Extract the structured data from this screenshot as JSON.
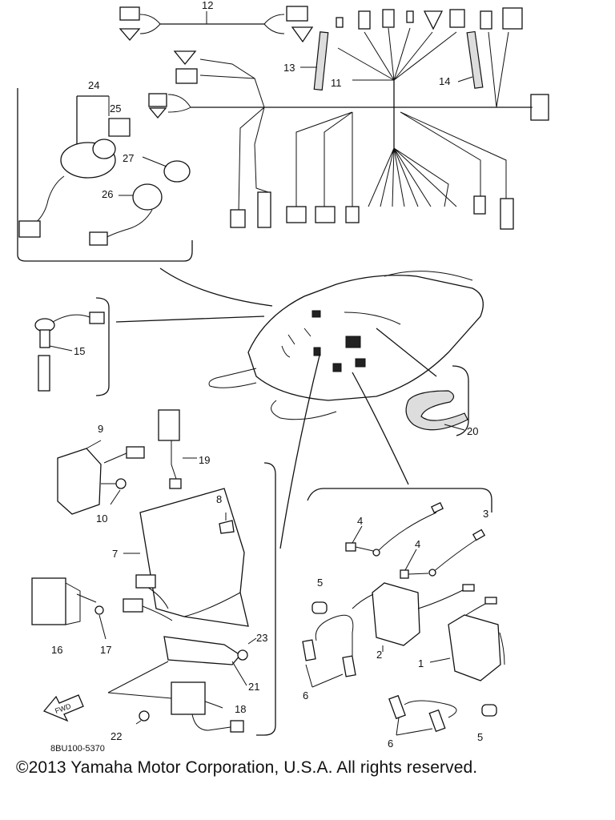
{
  "diagram": {
    "callouts": [
      "1",
      "2",
      "3",
      "4",
      "5",
      "6",
      "7",
      "8",
      "9",
      "10",
      "11",
      "12",
      "13",
      "14",
      "15",
      "16",
      "17",
      "18",
      "19",
      "20",
      "21",
      "22",
      "23",
      "24",
      "25",
      "26",
      "27"
    ],
    "extra_callouts": {
      "4b": "4",
      "5b": "5",
      "6b": "6"
    },
    "direction_badge": "FWD",
    "diagram_code": "8BU100-5370"
  },
  "footer": {
    "copyright": "©2013 Yamaha Motor Corporation, U.S.A. All rights reserved."
  }
}
